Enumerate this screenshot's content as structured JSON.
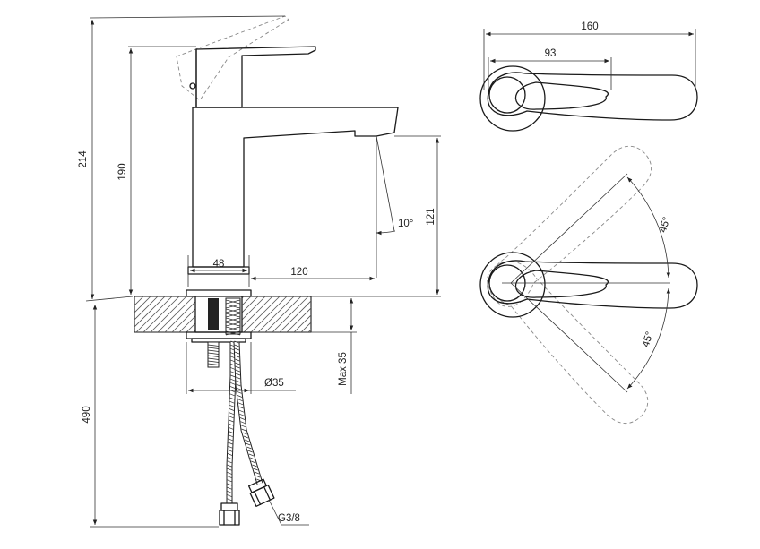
{
  "dimensions": {
    "overall_height": "214",
    "spout_height": "190",
    "spout_clearance": "121",
    "spout_angle": "10°",
    "base_width": "48",
    "spout_reach": "120",
    "max_countertop": "Max 35",
    "hole_diameter": "Ø35",
    "hose_length": "490",
    "thread": "G3/8",
    "top_total_length": "160",
    "top_lever_length": "93",
    "rotation_angle_upper": "45°",
    "rotation_angle_lower": "45°"
  }
}
